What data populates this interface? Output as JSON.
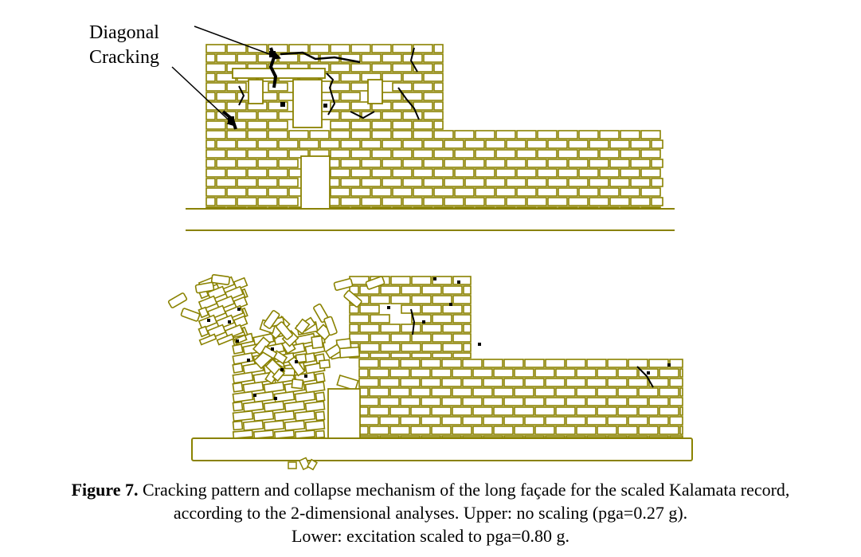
{
  "annotation": {
    "line1": "Diagonal",
    "line2": "Cracking"
  },
  "caption": {
    "label": "Figure 7.",
    "line1": " Cracking pattern and collapse mechanism of the long façade for the scaled Kalamata record,",
    "line2": "according to the 2-dimensional analyses. Upper: no scaling (pga=0.27 g).",
    "line3": "Lower: excitation scaled to pga=0.80 g."
  },
  "colors": {
    "brick_stroke": "#8a8200",
    "brick_fill": "#ffffff",
    "crack": "#000000",
    "ground": "#8a8200",
    "text": "#000000"
  }
}
